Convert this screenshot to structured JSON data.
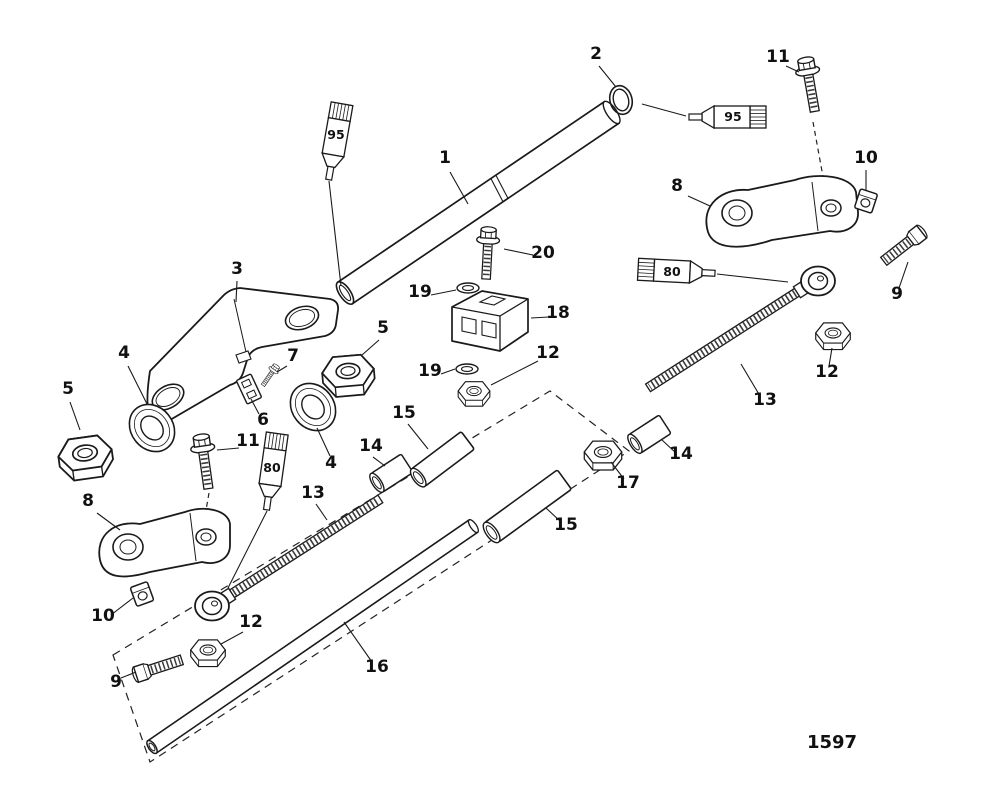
{
  "figure": {
    "number": "1597"
  },
  "callouts": {
    "part1": "1",
    "part2": "2",
    "part3": "3",
    "part4a": "4",
    "part4b": "4",
    "part5a": "5",
    "part5b": "5",
    "part6": "6",
    "part7": "7",
    "part8a": "8",
    "part8b": "8",
    "part9a": "9",
    "part9b": "9",
    "part10a": "10",
    "part10b": "10",
    "part11a": "11",
    "part11b": "11",
    "part12a": "12",
    "part12b": "12",
    "part12c": "12",
    "part13a": "13",
    "part13b": "13",
    "part14a": "14",
    "part14b": "14",
    "part15a": "15",
    "part15b": "15",
    "part16": "16",
    "part17": "17",
    "part18": "18",
    "part19a": "19",
    "part19b": "19",
    "part20": "20"
  },
  "grease_tubes": {
    "tube95a": "95",
    "tube95b": "95",
    "tube80a": "80",
    "tube80b": "80"
  },
  "colors": {
    "line": "#1a1a1a",
    "background": "#ffffff"
  }
}
